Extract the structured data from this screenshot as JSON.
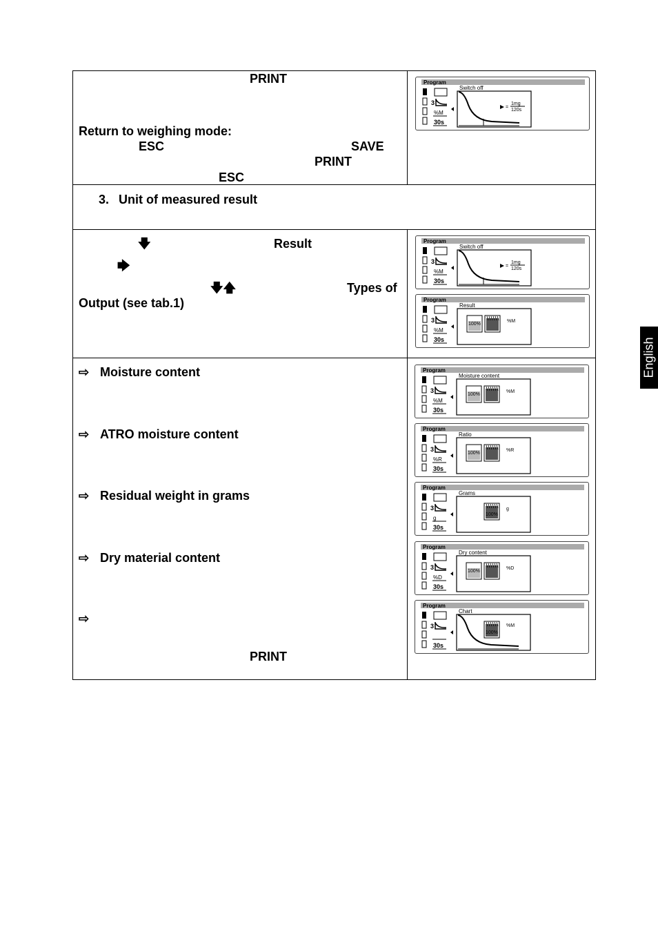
{
  "side_tab": {
    "label": "English"
  },
  "section1": {
    "print_top": "PRINT",
    "return_heading": "Return to weighing mode:",
    "esc_1": "ESC",
    "save": "SAVE",
    "print_2": "PRINT",
    "esc_2": "ESC"
  },
  "section2": {
    "number": "3.",
    "heading": "Unit of measured result"
  },
  "section3": {
    "down_arrow": "🡇",
    "result": "Result",
    "right_arrow": "🡆",
    "updown_arrows": "🡇🡅",
    "types_of": "Types of",
    "output": "Output (see tab.1)"
  },
  "section4": {
    "bullet": "⇨",
    "items": [
      {
        "label": "Moisture content"
      },
      {
        "label": "ATRO moisture content"
      },
      {
        "label": "Residual weight in grams"
      },
      {
        "label": "Dry material content"
      },
      {
        "label": ""
      }
    ],
    "print_bottom": "PRINT"
  },
  "lcd": {
    "program": "Program",
    "icon_time": "30s",
    "icon_num": "3",
    "screens": [
      {
        "sub": "Switch off",
        "unit": "%M",
        "mg": "1mg",
        "sec": "120s"
      },
      {
        "sub": "Switch off",
        "unit": "%M",
        "mg": "1mg",
        "sec": "120s"
      },
      {
        "sub": "Result",
        "unit": "%M",
        "pct1": "100%",
        "tag": "%M"
      },
      {
        "sub": "Moisture content",
        "unit": "%M",
        "pct1": "100%",
        "tag": "%M"
      },
      {
        "sub": "Ratio",
        "unit": "%R",
        "pct1": "100%",
        "tag": "%R"
      },
      {
        "sub": "Grams",
        "unit": "g",
        "pct1": "100%",
        "tag": "g"
      },
      {
        "sub": "Dry content",
        "unit": "%D",
        "pct1": "100%",
        "tag": "%D"
      },
      {
        "sub": "Chart",
        "unit": "",
        "pct1": "100%",
        "tag": "%M"
      }
    ]
  }
}
